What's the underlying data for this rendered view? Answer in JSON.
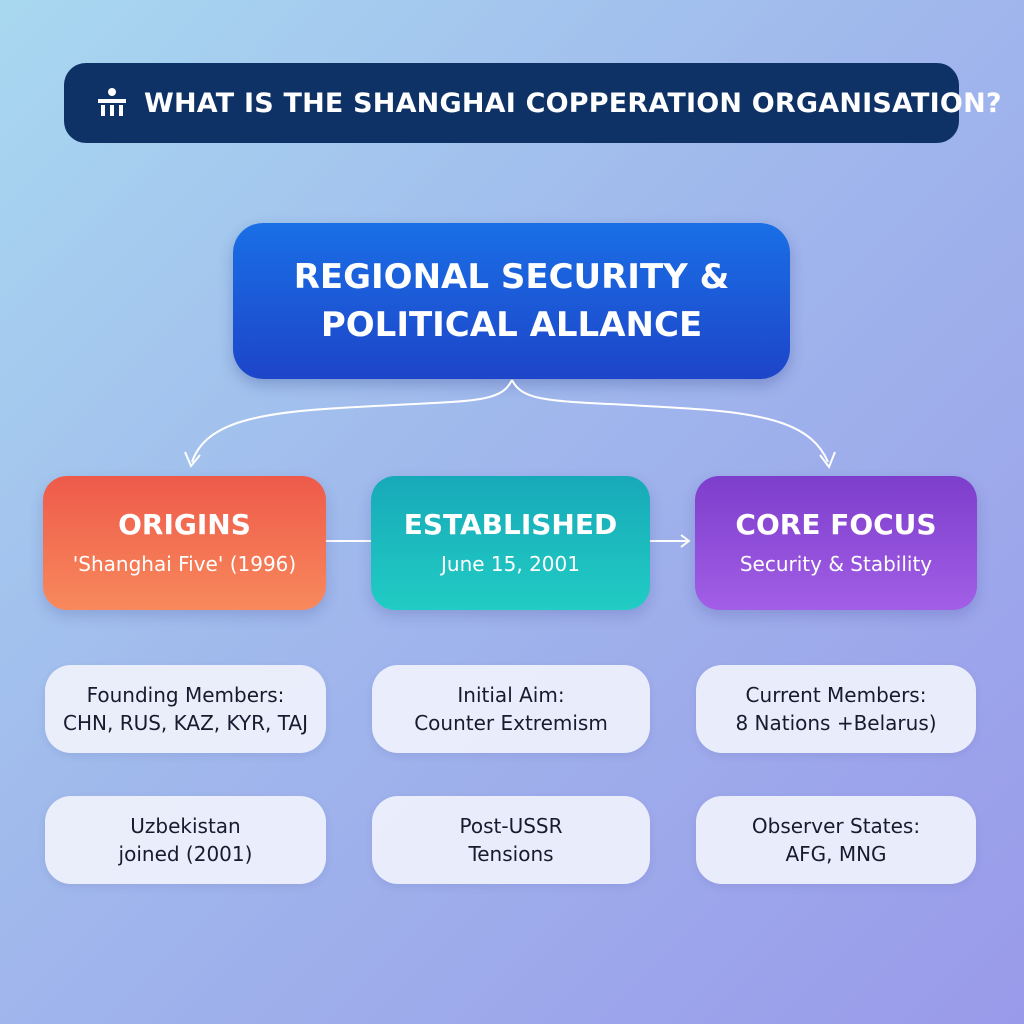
{
  "header": {
    "title": "WHAT IS THE SHANGHAI COPPERATION ORGANISATION?",
    "icon": "institution-icon"
  },
  "main": {
    "line1": "REGIONAL SECURITY &",
    "line2": "POLITICAL ALLANCE"
  },
  "categories": [
    {
      "title": "ORIGINS",
      "subtitle": "'Shanghai Five' (1996)",
      "color": "#f06b4f"
    },
    {
      "title": "ESTABLISHED",
      "subtitle": "June 15, 2001",
      "color": "#1cb8bd"
    },
    {
      "title": "CORE FOCUS",
      "subtitle": "Security & Stability",
      "color": "#8f4bd8"
    }
  ],
  "details": [
    [
      {
        "line1": "Founding Members:",
        "line2": "CHN, RUS, KAZ, KYR, TAJ"
      },
      {
        "line1": "Uzbekistan",
        "line2": "joined (2001)"
      }
    ],
    [
      {
        "line1": "Initial Aim:",
        "line2": "Counter Extremism"
      },
      {
        "line1": "Post-USSR",
        "line2": "Tensions"
      }
    ],
    [
      {
        "line1": "Current Members:",
        "line2": "8 Nations +Belarus)"
      },
      {
        "line1": "Observer States:",
        "line2": "AFG, MNG"
      }
    ]
  ],
  "colors": {
    "header_bg": "#0f3266",
    "main_box": "#1d5ad8",
    "info_box": "#eff1fb"
  }
}
